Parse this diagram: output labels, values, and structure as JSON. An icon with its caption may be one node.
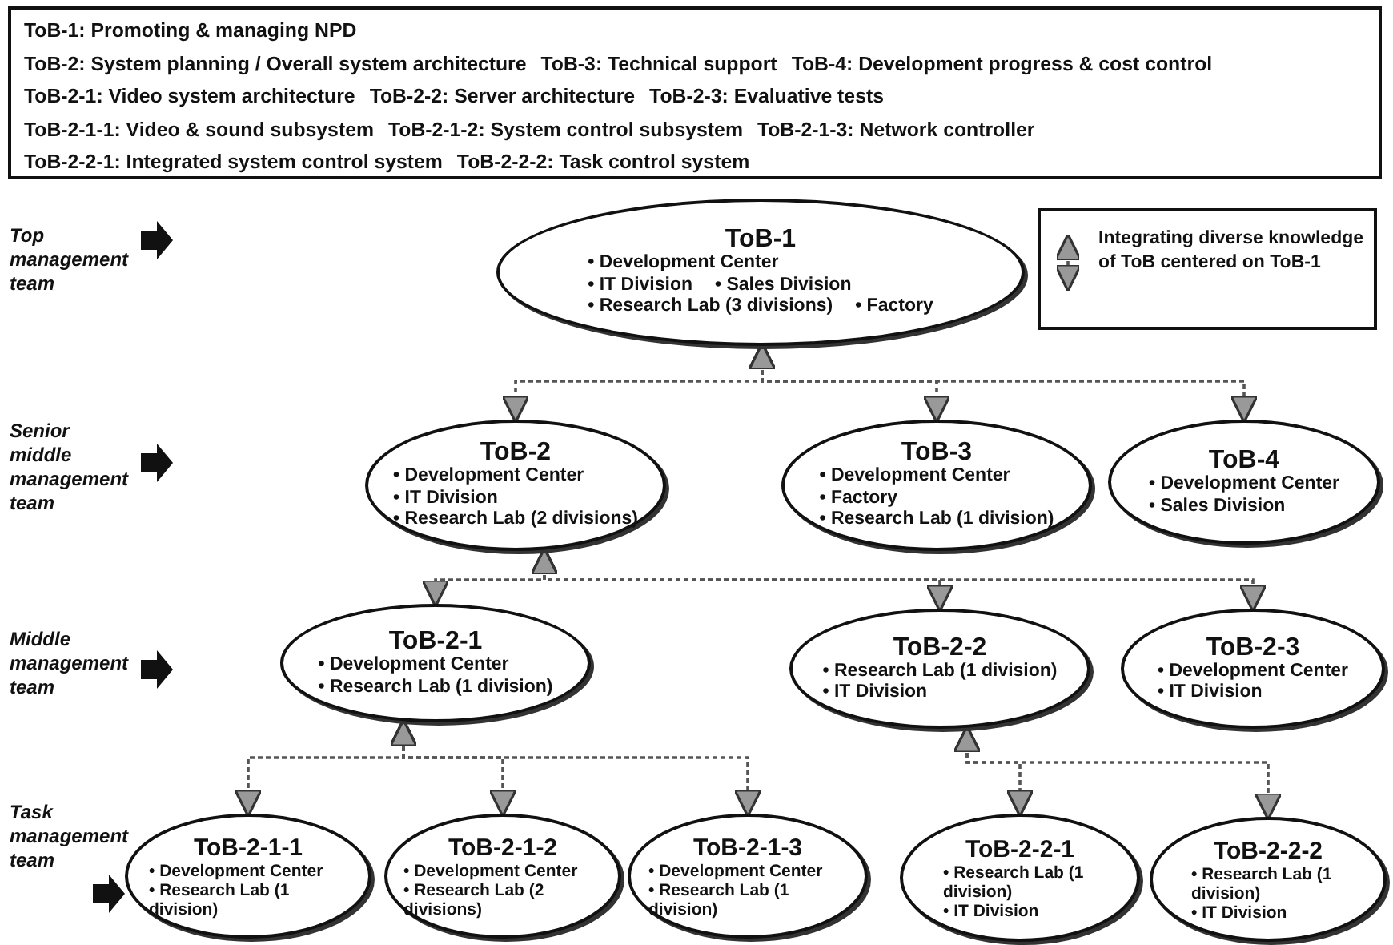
{
  "diagram": {
    "nodes": [
      {
        "text": [
          "ToB-1",
          "• Development Center",
          "• IT Division",
          "• Sales Division",
          "• Research Lab (3 divisions)",
          "• Factory"
        ]
      },
      {
        "text": [
          "ToB-2",
          "• Development Center",
          "• IT Division",
          "• Research Lab (2 divisions)"
        ]
      },
      {
        "text": [
          "ToB-3",
          "• Development Center",
          "• Factory",
          "• Research Lab (1 division)"
        ]
      },
      {
        "text": [
          "ToB-4",
          "• Development Center",
          "• Sales Division"
        ]
      },
      {
        "text": [
          "ToB-2-1",
          "• Development Center",
          "• Research Lab (1 division)"
        ]
      },
      {
        "text": [
          "ToB-2-2",
          "• Research Lab (1 division)",
          "• IT Division"
        ]
      },
      {
        "text": [
          "ToB-2-3",
          "• Development Center",
          "• IT Division"
        ]
      },
      {
        "text": [
          "ToB-2-1-1",
          "• Development Center",
          "• Research Lab (1 division)"
        ]
      },
      {
        "text": [
          "ToB-2-1-2",
          "• Development Center",
          "• Research Lab (2 divisions)"
        ]
      },
      {
        "text": [
          "ToB-2-1-3",
          "• Development Center",
          "• Research Lab (1 division)"
        ]
      },
      {
        "text": [
          "ToB-2-2-1",
          "• Research Lab (1 division)",
          "• IT Division"
        ]
      },
      {
        "text": [
          "ToB-2-2-2",
          "• Research Lab (1 division)",
          "• IT Division"
        ]
      }
    ],
    "edges": [
      {
        "from": 0,
        "to": 1,
        "arrow": "both",
        "style": "dashed"
      },
      {
        "from": 0,
        "to": 2,
        "arrow": "both",
        "style": "dashed"
      },
      {
        "from": 0,
        "to": 3,
        "arrow": "both",
        "style": "dashed"
      },
      {
        "from": 1,
        "to": 4,
        "arrow": "both",
        "style": "dashed"
      },
      {
        "from": 1,
        "to": 5,
        "arrow": "both",
        "style": "dashed"
      },
      {
        "from": 1,
        "to": 6,
        "arrow": "both",
        "style": "dashed"
      },
      {
        "from": 4,
        "to": 7,
        "arrow": "both",
        "style": "dashed"
      },
      {
        "from": 4,
        "to": 8,
        "arrow": "both",
        "style": "dashed"
      },
      {
        "from": 4,
        "to": 9,
        "arrow": "both",
        "style": "dashed"
      },
      {
        "from": 5,
        "to": 10,
        "arrow": "both",
        "style": "dashed"
      },
      {
        "from": 5,
        "to": 11,
        "arrow": "both",
        "style": "dashed"
      }
    ],
    "labels": [
      "ToB-1: Promoting & managing NPD",
      "ToB-2: System planning / Overall system architecture",
      "ToB-3: Technical support",
      "ToB-4: Development progress & cost control",
      "ToB-2-1: Video system architecture",
      "ToB-2-2: Server architecture",
      "ToB-2-3: Evaluative tests",
      "ToB-2-1-1: Video & sound subsystem",
      "ToB-2-1-2: System control subsystem",
      "ToB-2-1-3: Network controller",
      "ToB-2-2-1: Integrated system control system",
      "ToB-2-2-2: Task control system",
      "Top management team",
      "Senior middle management team",
      "Middle management team",
      "Task management team"
    ],
    "legend": [
      {
        "text": "Integrating diverse knowledge of ToB centered on ToB-1"
      }
    ]
  }
}
